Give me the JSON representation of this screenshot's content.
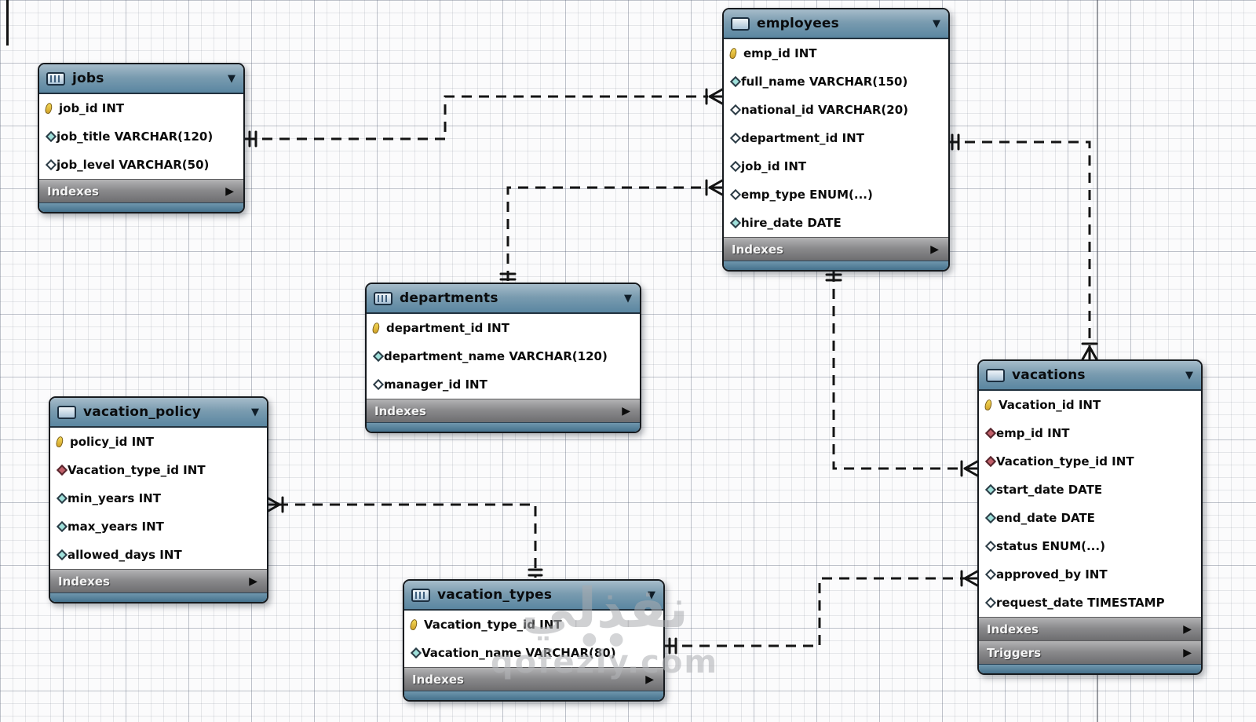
{
  "diagram": {
    "watermark": {
      "arabic": "نفذلي",
      "dots": "● ●",
      "domain": "qofezly.com"
    },
    "colors": {
      "header_gradient_top": "#a6bcca",
      "header_gradient_bottom": "#5a86a1",
      "section_gray": "#8b8b8d",
      "line_black": "#141414",
      "key_gold": "#cf9f25",
      "diamond_cyan": "#9fe0da",
      "diamond_red": "#c2606a",
      "canvas_grid": "#c9ccd4"
    },
    "tables": [
      {
        "name": "jobs",
        "header_icon": "grid",
        "columns": [
          {
            "icon": "key-icon",
            "label": "job_id INT"
          },
          {
            "icon": "diamond-cyan-icon",
            "label": "job_title VARCHAR(120)"
          },
          {
            "icon": "diamond-white-icon",
            "label": "job_level VARCHAR(50)"
          }
        ],
        "sections": [
          "Indexes"
        ]
      },
      {
        "name": "employees",
        "header_icon": "plain",
        "columns": [
          {
            "icon": "key-icon",
            "label": "emp_id INT"
          },
          {
            "icon": "diamond-cyan-icon",
            "label": "full_name VARCHAR(150)"
          },
          {
            "icon": "diamond-white-icon",
            "label": "national_id VARCHAR(20)"
          },
          {
            "icon": "diamond-white-icon",
            "label": "department_id INT"
          },
          {
            "icon": "diamond-white-icon",
            "label": "job_id INT"
          },
          {
            "icon": "diamond-white-icon",
            "label": "emp_type ENUM(...)"
          },
          {
            "icon": "diamond-cyan-icon",
            "label": "hire_date DATE"
          }
        ],
        "sections": [
          "Indexes"
        ]
      },
      {
        "name": "departments",
        "header_icon": "grid",
        "columns": [
          {
            "icon": "key-icon",
            "label": "department_id INT"
          },
          {
            "icon": "diamond-cyan-icon",
            "label": "department_name VARCHAR(120)"
          },
          {
            "icon": "diamond-white-icon",
            "label": "manager_id INT"
          }
        ],
        "sections": [
          "Indexes"
        ]
      },
      {
        "name": "vacation_policy",
        "header_icon": "plain",
        "columns": [
          {
            "icon": "key-icon",
            "label": "policy_id INT"
          },
          {
            "icon": "diamond-red-icon",
            "label": "Vacation_type_id INT"
          },
          {
            "icon": "diamond-cyan-icon",
            "label": "min_years INT"
          },
          {
            "icon": "diamond-cyan-icon",
            "label": "max_years INT"
          },
          {
            "icon": "diamond-cyan-icon",
            "label": "allowed_days INT"
          }
        ],
        "sections": [
          "Indexes"
        ]
      },
      {
        "name": "vacation_types",
        "header_icon": "grid",
        "columns": [
          {
            "icon": "key-icon",
            "label": "Vacation_type_id INT"
          },
          {
            "icon": "diamond-cyan-icon",
            "label": "Vacation_name VARCHAR(80)"
          }
        ],
        "sections": [
          "Indexes"
        ]
      },
      {
        "name": "vacations",
        "header_icon": "plain",
        "columns": [
          {
            "icon": "key-icon",
            "label": "Vacation_id INT"
          },
          {
            "icon": "diamond-red-icon",
            "label": "emp_id INT"
          },
          {
            "icon": "diamond-red-icon",
            "label": "Vacation_type_id INT"
          },
          {
            "icon": "diamond-cyan-icon",
            "label": "start_date DATE"
          },
          {
            "icon": "diamond-cyan-icon",
            "label": "end_date DATE"
          },
          {
            "icon": "diamond-white-icon",
            "label": "status ENUM(...)"
          },
          {
            "icon": "diamond-white-icon",
            "label": "approved_by INT"
          },
          {
            "icon": "diamond-white-icon",
            "label": "request_date TIMESTAMP"
          }
        ],
        "sections": [
          "Indexes",
          "Triggers"
        ]
      }
    ],
    "relationships": [
      {
        "from": "jobs",
        "to": "employees",
        "from_cardinality": "one-mandatory",
        "to_cardinality": "many",
        "line": "dashed"
      },
      {
        "from": "departments",
        "to": "employees",
        "from_cardinality": "one-mandatory",
        "to_cardinality": "many",
        "line": "dashed"
      },
      {
        "from": "employees",
        "to": "vacations",
        "from_cardinality": "one-mandatory",
        "to_cardinality": "many",
        "line": "dashed"
      },
      {
        "from": "employees",
        "to": "vacations",
        "from_cardinality": "one-mandatory",
        "to_cardinality": "many",
        "line": "dashed"
      },
      {
        "from": "vacation_types",
        "to": "vacation_policy",
        "from_cardinality": "one-mandatory",
        "to_cardinality": "many",
        "line": "dashed"
      },
      {
        "from": "vacation_types",
        "to": "vacations",
        "from_cardinality": "one-mandatory",
        "to_cardinality": "many",
        "line": "dashed"
      }
    ]
  }
}
